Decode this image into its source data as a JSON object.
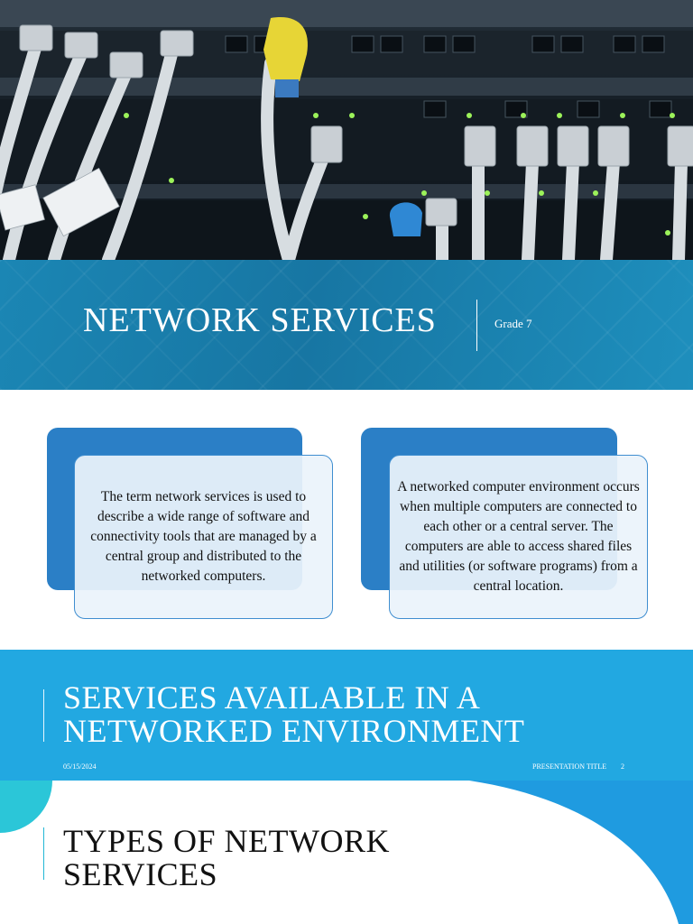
{
  "slide1": {
    "title": "NETWORK SERVICES",
    "subtitle": "Grade 7"
  },
  "slide2": {
    "cards": [
      {
        "text": "The term network services is used to describe a wide range of software and connectivity tools that are managed by a central group and distributed to the networked computers."
      },
      {
        "text": "A networked computer environment occurs when multiple computers are connected to each other or a central server. The computers are able to access shared files and utilities (or software programs) from a central location."
      }
    ]
  },
  "slide3": {
    "title_line1": "SERVICES AVAILABLE IN A",
    "title_line2": "NETWORKED ENVIRONMENT",
    "footer_date": "05/15/2024",
    "footer_title": "PRESENTATION TITLE",
    "footer_page": "2"
  },
  "slide4": {
    "title_line1": "TYPES OF NETWORK",
    "title_line2": "SERVICES"
  },
  "colors": {
    "title_band": "#1a80ad",
    "card_back": "#2b7fc6",
    "slide3_bg": "#22a8e1",
    "accent_circle": "#2bc6d8",
    "swoosh": "#1f9be0"
  }
}
